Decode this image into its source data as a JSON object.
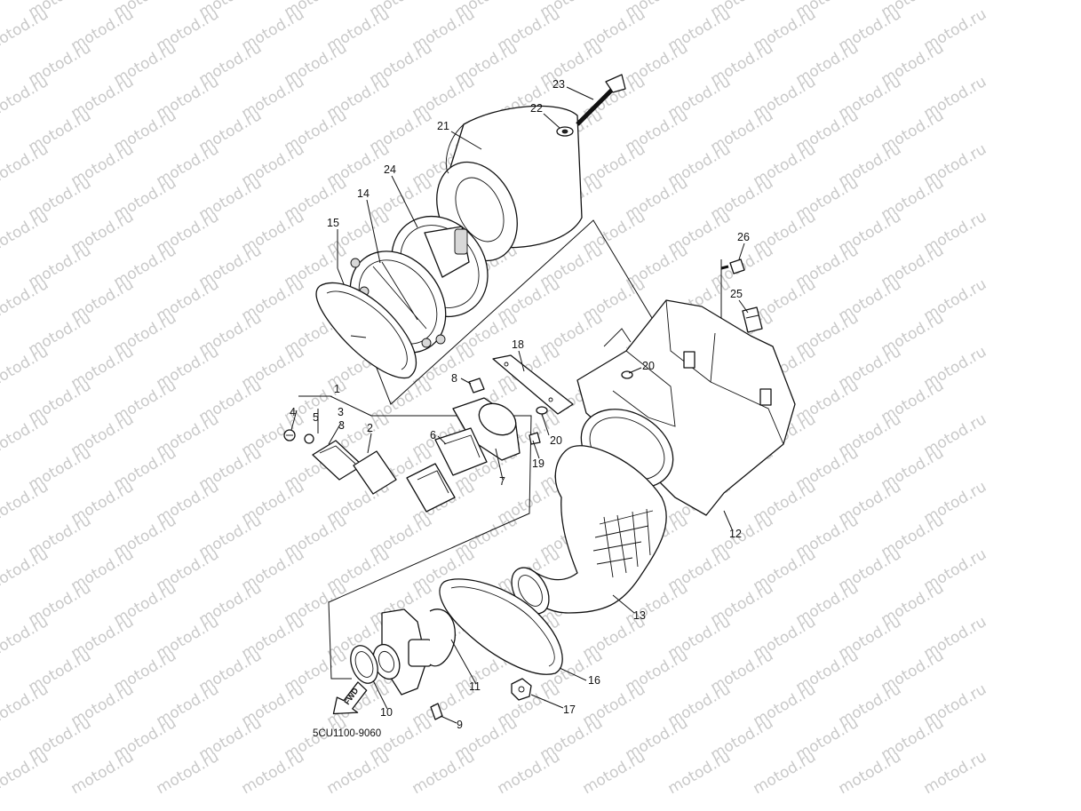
{
  "watermark": "motod.ru",
  "diagram_code": "5CU1100-9060",
  "fwd_label": "FWD",
  "callouts": {
    "p1": "1",
    "p2": "2",
    "p3a": "3",
    "p3b": "3",
    "p4": "4",
    "p5": "5",
    "p6": "6",
    "p7": "7",
    "p8": "8",
    "p9": "9",
    "p10": "10",
    "p11": "11",
    "p12": "12",
    "p13": "13",
    "p14": "14",
    "p15": "15",
    "p16": "16",
    "p17": "17",
    "p18": "18",
    "p19": "19",
    "p20a": "20",
    "p20b": "20",
    "p21": "21",
    "p22": "22",
    "p23": "23",
    "p24": "24",
    "p25": "25",
    "p26": "26"
  }
}
